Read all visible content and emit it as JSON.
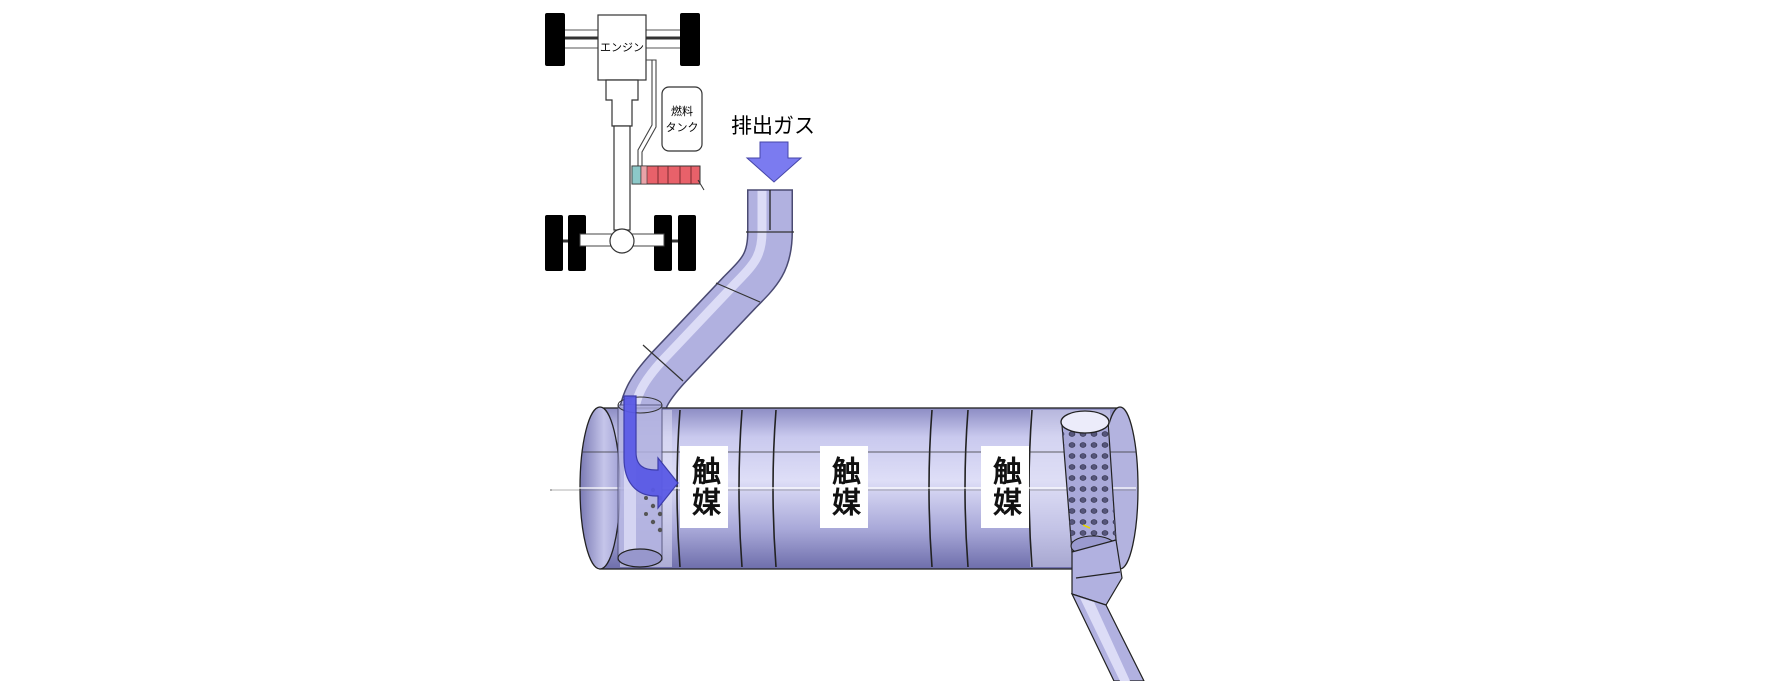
{
  "layout_diagram": {
    "engine_label": "エンジン",
    "fuel_tank_label_line1": "燃料",
    "fuel_tank_label_line2": "タンク"
  },
  "flow": {
    "exhaust_gas_label": "排出ガス"
  },
  "catalysts": [
    {
      "label": "触媒"
    },
    {
      "label": "触媒"
    },
    {
      "label": "触媒"
    }
  ],
  "colors": {
    "body_fill": "#b9b9e2",
    "flow_arrow": "#5a5ae6",
    "tire": "#000000",
    "heat_band": "#e8616a",
    "muffler_tail": "#8cc9c9"
  }
}
